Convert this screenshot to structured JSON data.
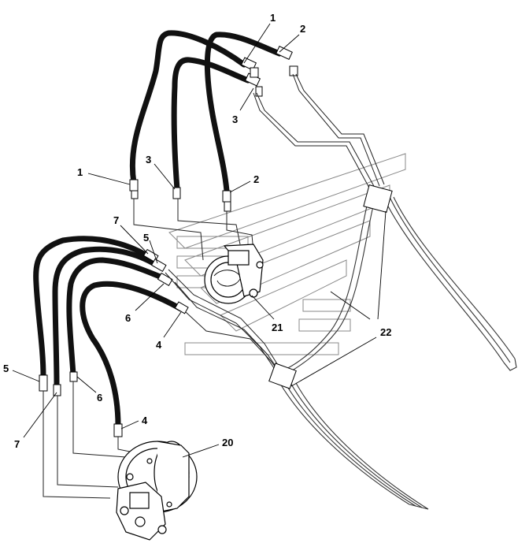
{
  "diagram": {
    "callouts": [
      {
        "id": "c1a",
        "text": "1"
      },
      {
        "id": "c2a",
        "text": "2"
      },
      {
        "id": "c3a",
        "text": "3"
      },
      {
        "id": "c1b",
        "text": "1"
      },
      {
        "id": "c3b",
        "text": "3"
      },
      {
        "id": "c2b",
        "text": "2"
      },
      {
        "id": "c7a",
        "text": "7"
      },
      {
        "id": "c5a",
        "text": "5"
      },
      {
        "id": "c6a",
        "text": "6"
      },
      {
        "id": "c4a",
        "text": "4"
      },
      {
        "id": "c21",
        "text": "21"
      },
      {
        "id": "c22",
        "text": "22"
      },
      {
        "id": "c5b",
        "text": "5"
      },
      {
        "id": "c6b",
        "text": "6"
      },
      {
        "id": "c7b",
        "text": "7"
      },
      {
        "id": "c4b",
        "text": "4"
      },
      {
        "id": "c20",
        "text": "20"
      }
    ]
  }
}
